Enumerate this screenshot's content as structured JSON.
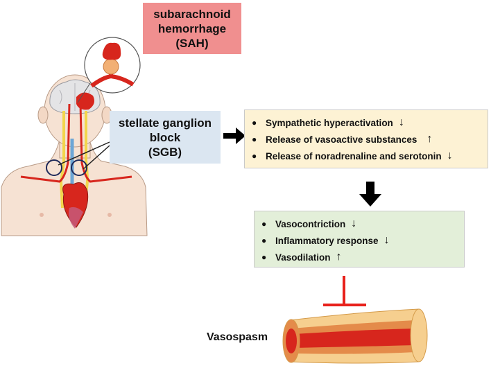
{
  "sah": {
    "lines": [
      "subarachnoid",
      "hemorrhage",
      "(SAH)"
    ]
  },
  "sgb": {
    "lines": [
      "stellate ganglion",
      "block",
      "(SGB)"
    ]
  },
  "effects": [
    {
      "text": "Sympathetic hyperactivation",
      "arrow": "↓"
    },
    {
      "text": "Release of vasoactive substances",
      "arrow": "↑"
    },
    {
      "text": "Release of noradrenaline and serotonin",
      "arrow": "↓"
    }
  ],
  "outcomes": [
    {
      "text": "Vasocontriction",
      "arrow": "↓"
    },
    {
      "text": "Inflammatory response",
      "arrow": "↓"
    },
    {
      "text": "Vasodilation",
      "arrow": "↑"
    }
  ],
  "vasospasm_label": "Vasospasm",
  "colors": {
    "sah_box": "#f08f8f",
    "sgb_box": "#dbe6f1",
    "effects_box": "#fdf2d4",
    "outcomes_box": "#e3efd9",
    "inhibit": "#e8211b",
    "artery": "#d7261d",
    "nerve": "#f2d64c"
  },
  "icons": [
    "human-body-illustration",
    "aneurysm-icon",
    "blood-vessel-icon",
    "right-arrow",
    "down-arrow",
    "inhibition-symbol"
  ]
}
